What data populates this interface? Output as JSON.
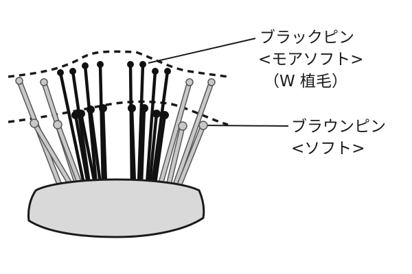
{
  "labels": {
    "black_pin": {
      "line1": "ブラックピン",
      "line2": "<モアソフト>",
      "line3": "（W 植毛）"
    },
    "brown_pin": {
      "line1": "ブラウンピン",
      "line2": "<ソフト>"
    }
  },
  "colors": {
    "black_pin": "#111111",
    "brown_pin_fill": "#c4c4c4",
    "brown_pin_outline": "#6a6a6a",
    "cushion_fill": "#d9d9d9",
    "outline": "#222222"
  }
}
